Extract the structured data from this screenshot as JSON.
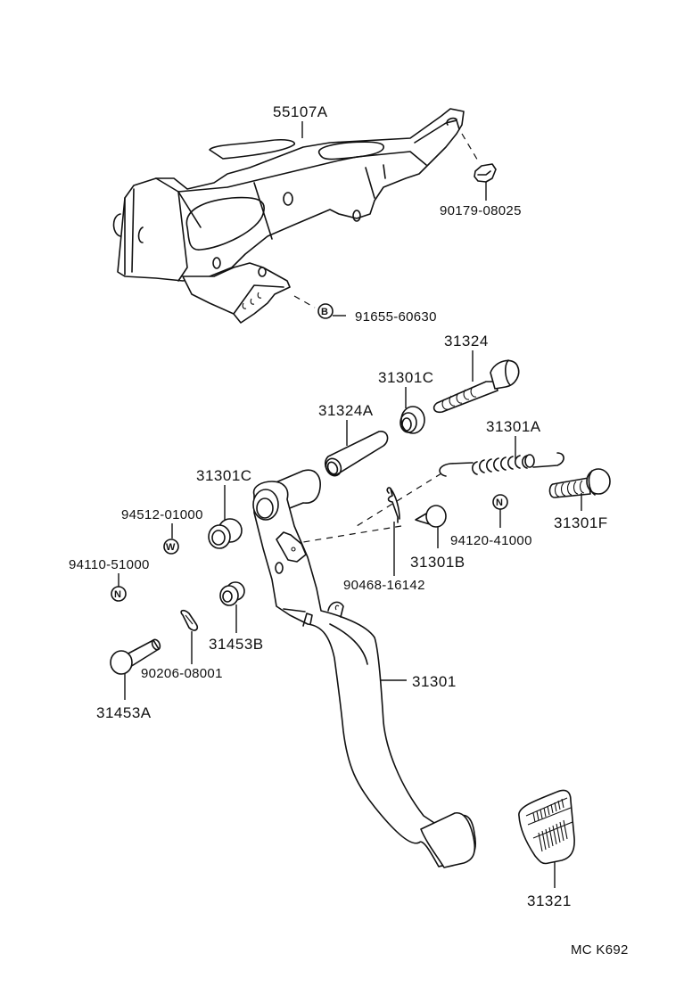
{
  "diagram": {
    "title": "Clutch / Brake Pedal Assembly Parts Diagram",
    "code": "MC K692",
    "symbols": {
      "B": "B",
      "N": "N",
      "W": "W"
    },
    "parts": {
      "bracket": "55107A",
      "bracket_nut": "90179-08025",
      "bracket_bolt": "91655-60630",
      "pivot_bolt": "31324",
      "bushing_upper": "31301C",
      "collar": "31324A",
      "spring": "31301A",
      "stopper_bolt": "31301F",
      "bushing_left": "31301C",
      "washer_w": "94512-01000",
      "nut_n_left": "94110-51000",
      "clip": "90468-16142",
      "cushion": "31301B",
      "nut_n_right": "94120-41000",
      "clevis_pin_bushing": "31453B",
      "clevis_pin": "31453A",
      "clip_pin": "90206-08001",
      "pedal_lever": "31301",
      "pedal_pad": "31321"
    }
  }
}
